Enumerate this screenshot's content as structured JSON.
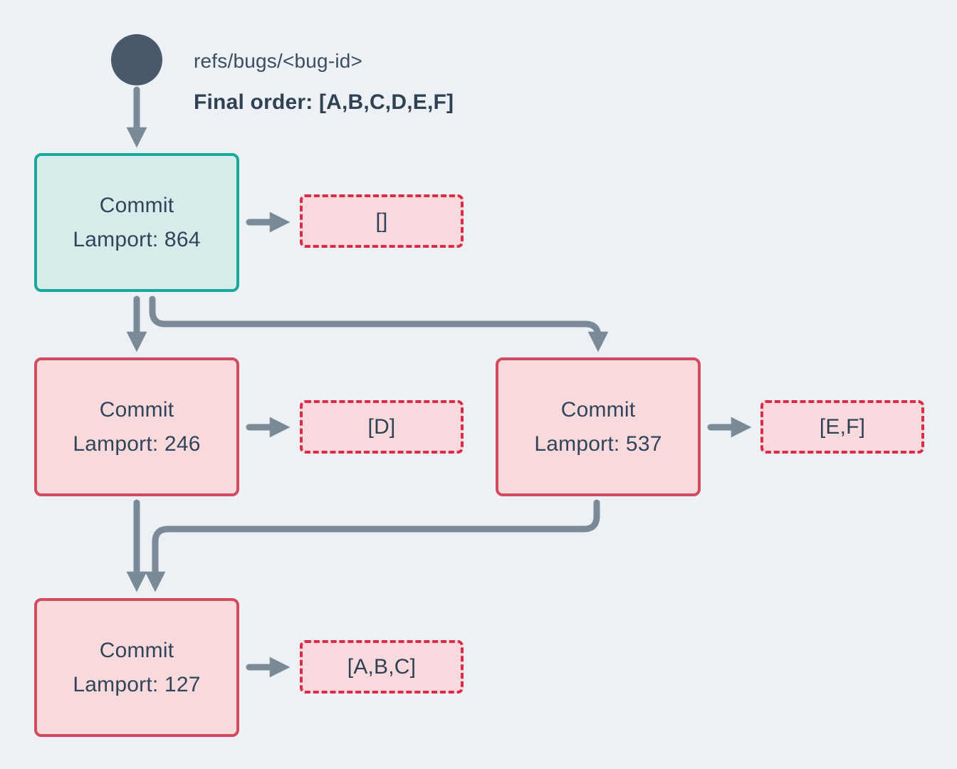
{
  "ref": {
    "name": "refs/bugs/<bug-id>",
    "final_order": "Final order: [A,B,C,D,E,F]"
  },
  "commits": [
    {
      "title": "Commit",
      "lamport_label": "Lamport: 864",
      "operations": "[]",
      "highlight": "teal"
    },
    {
      "title": "Commit",
      "lamport_label": "Lamport: 246",
      "operations": "[D]",
      "highlight": "pink"
    },
    {
      "title": "Commit",
      "lamport_label": "Lamport: 537",
      "operations": "[E,F]",
      "highlight": "pink"
    },
    {
      "title": "Commit",
      "lamport_label": "Lamport: 127",
      "operations": "[A,B,C]",
      "highlight": "pink"
    }
  ],
  "colors": {
    "background": "#edf1f5",
    "ref_node": "#49596b",
    "arrow": "#7b8a97",
    "teal_border": "#17a89a",
    "teal_fill": "#d4ecea",
    "pink_border": "#d34a5e",
    "pink_fill": "#f8d9dc",
    "dashed_border": "#d92c46",
    "dashed_fill": "#f8dade",
    "text": "#31455a"
  }
}
